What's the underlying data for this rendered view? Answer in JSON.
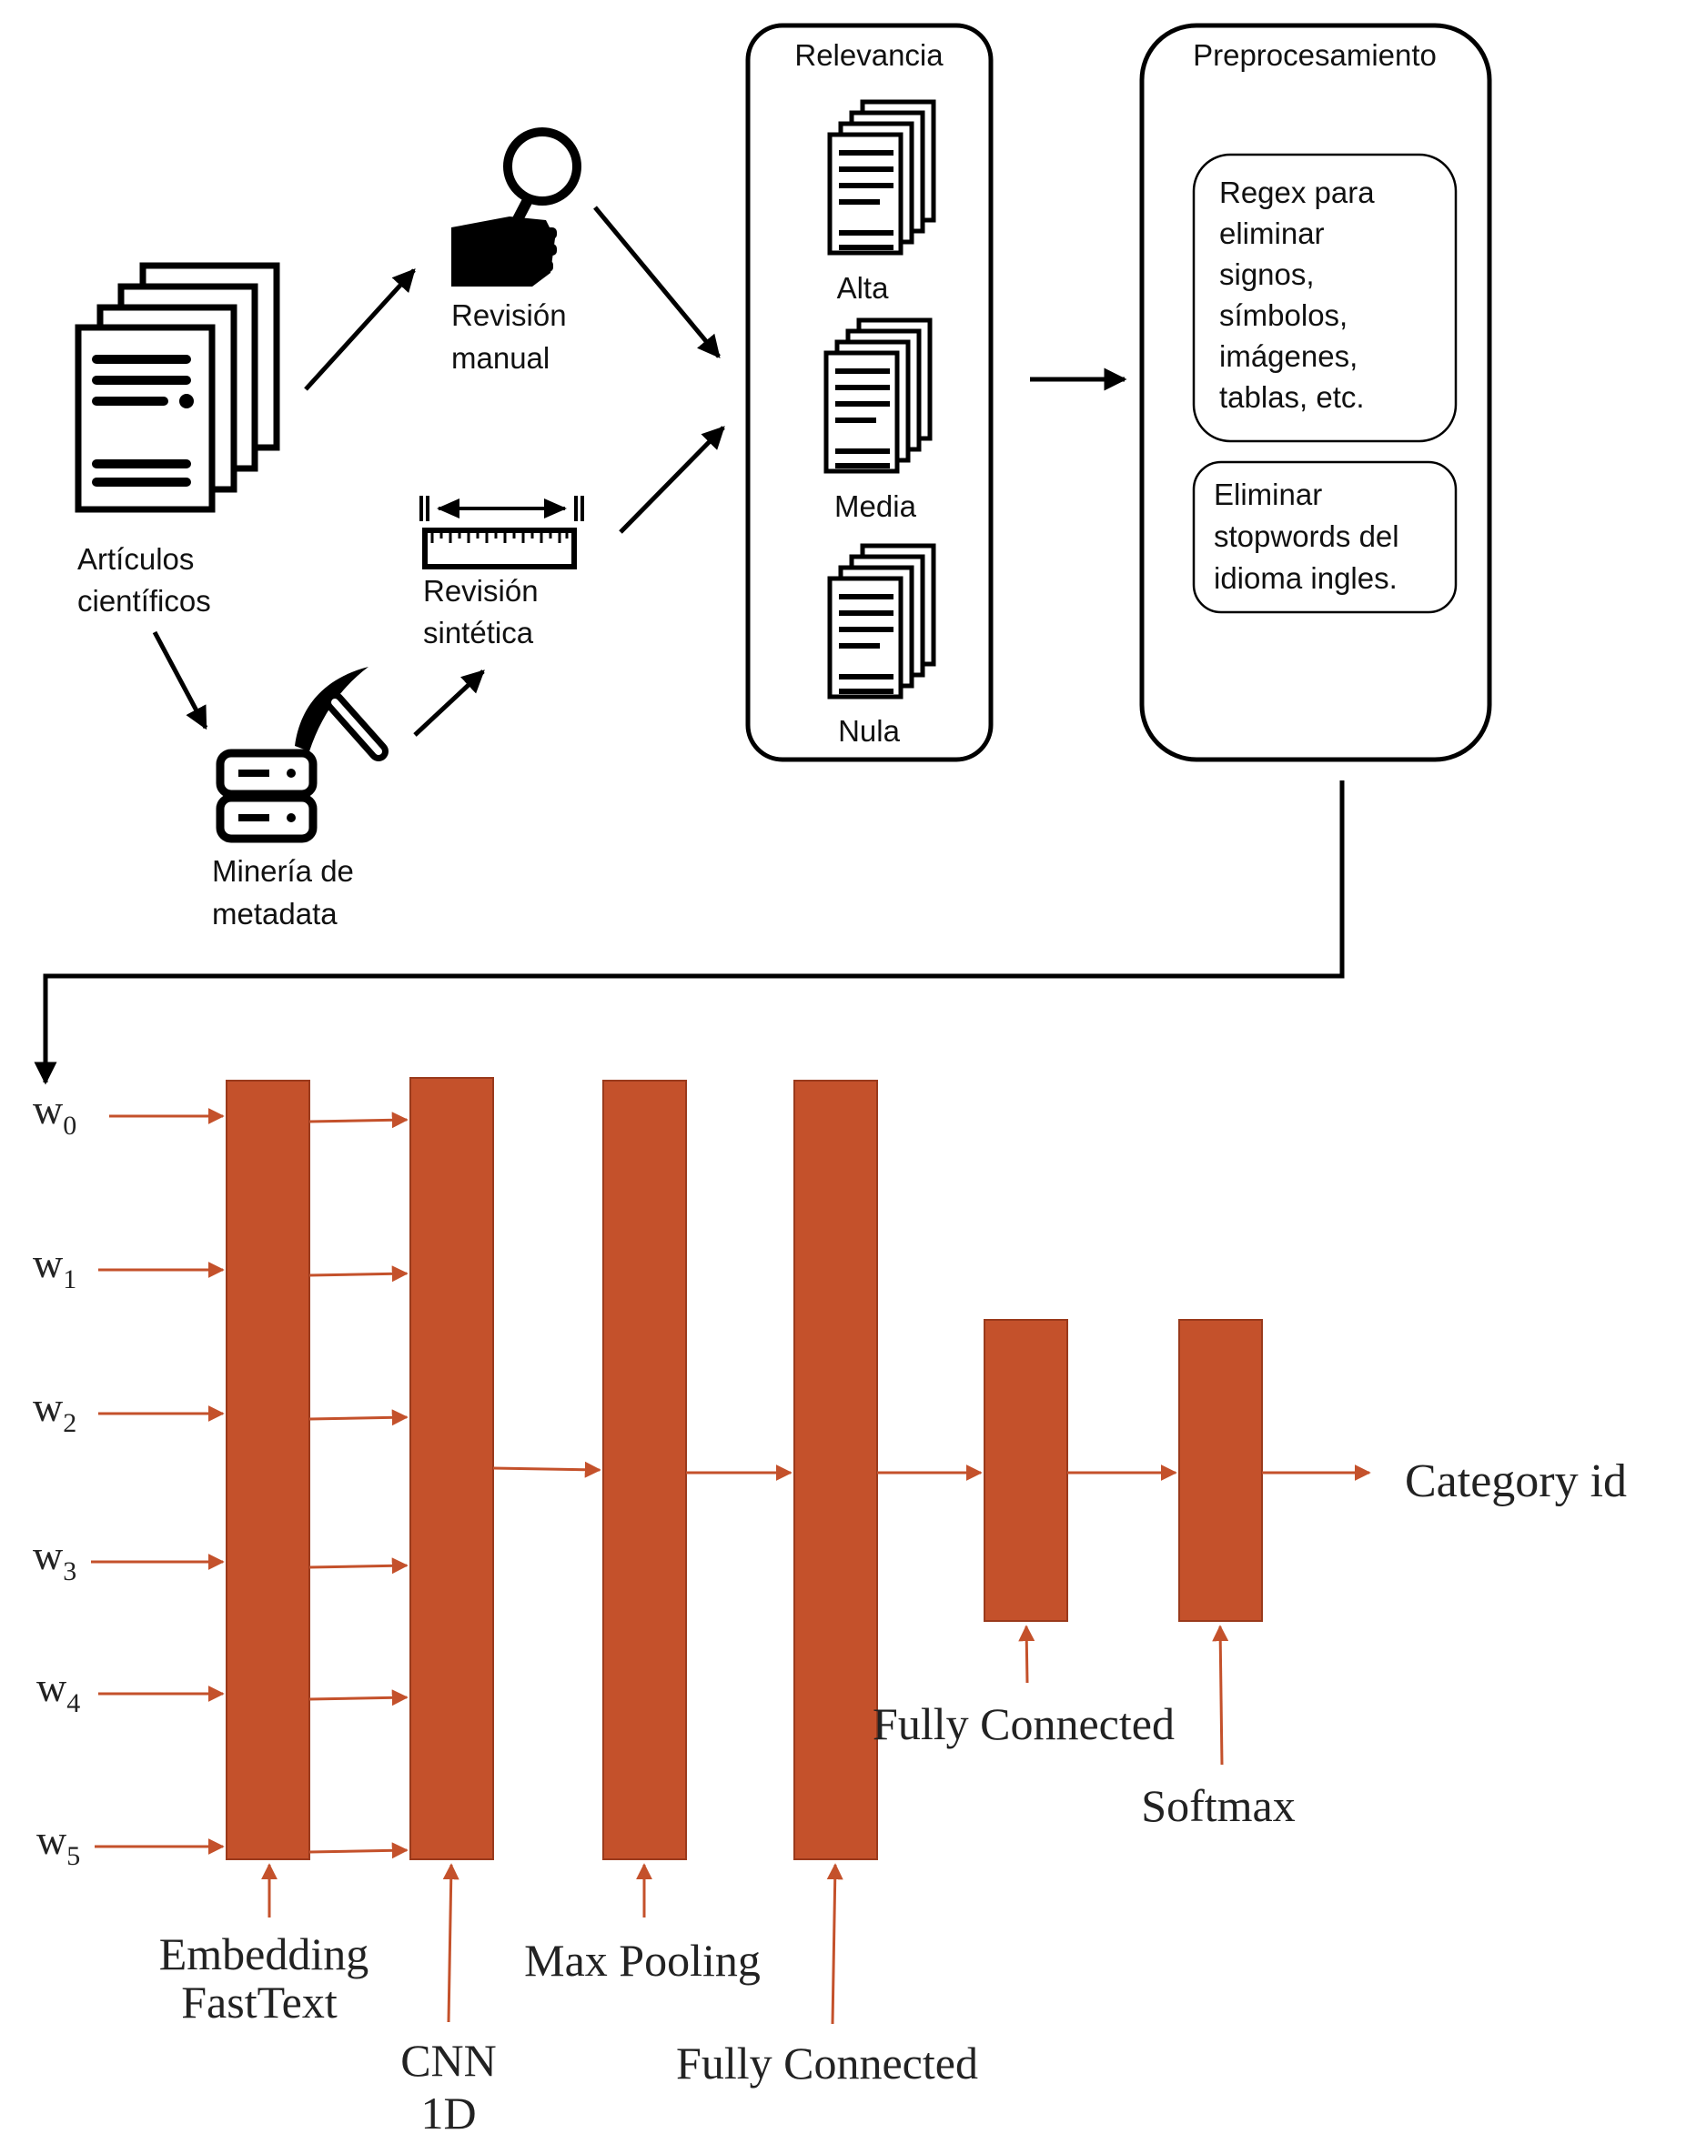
{
  "pipeline": {
    "articles": {
      "line1": "Artículos",
      "line2": "científicos"
    },
    "manual_review": {
      "line1": "Revisión",
      "line2": "manual"
    },
    "synthetic_review": {
      "line1": "Revisión",
      "line2": "sintética"
    },
    "metadata_mining": {
      "line1": "Minería de",
      "line2": "metadata"
    },
    "relevance": {
      "title": "Relevancia",
      "levels": [
        "Alta",
        "Media",
        "Nula"
      ]
    },
    "preprocessing": {
      "title": "Preprocesamiento",
      "step1": [
        "Regex para",
        "eliminar",
        "signos,",
        "símbolos,",
        "imágenes,",
        "tablas, etc."
      ],
      "step2": [
        "Eliminar",
        "stopwords del",
        "idioma ingles."
      ]
    }
  },
  "network": {
    "inputs": [
      "w",
      "w",
      "w",
      "w",
      "w",
      "w"
    ],
    "input_subscripts": [
      "0",
      "1",
      "2",
      "3",
      "4",
      "5"
    ],
    "labels": {
      "embedding": "Embedding",
      "fasttext": "FastText",
      "cnn": "CNN",
      "cnn_1d": "1D",
      "max_pooling": "Max Pooling",
      "fully_connected_1": "Fully Connected",
      "fully_connected_2": "Fully Connected",
      "softmax": "Softmax",
      "output": "Category id"
    }
  },
  "colors": {
    "layer_fill": "#c4512b",
    "arrow_red": "#c4512b",
    "line": "#000000"
  },
  "icons": [
    "document-stack-icon",
    "magnifier-hand-icon",
    "ruler-icon",
    "database-icon",
    "pickaxe-icon"
  ]
}
